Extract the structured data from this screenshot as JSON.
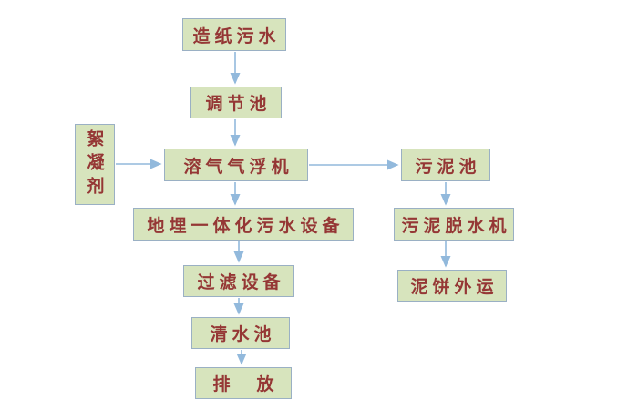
{
  "diagram": {
    "type": "flowchart",
    "subject": "paper-making wastewater treatment process",
    "colors": {
      "box_fill": "#d7e4bd",
      "box_border": "#9ab0c4",
      "text": "#953735",
      "arrow": "#92b9dc",
      "background": "#ffffff"
    },
    "nodes": {
      "paper_wastewater": {
        "label": "造纸污水"
      },
      "regulating_tank": {
        "label": "调节池"
      },
      "flocculant": {
        "label": "絮凝剂"
      },
      "daf_machine": {
        "label": "溶气气浮机"
      },
      "sludge_tank": {
        "label": "污泥池"
      },
      "buried_integrated_equipment": {
        "label": "地埋一体化污水设备"
      },
      "sludge_dewatering_machine": {
        "label": "污泥脱水机"
      },
      "filter_equipment": {
        "label": "过滤设备"
      },
      "mud_cake_transport": {
        "label": "泥饼外运"
      },
      "clear_water_tank": {
        "label": "清水池"
      },
      "discharge": {
        "label": "排　放"
      }
    },
    "edges": [
      {
        "from": "paper_wastewater",
        "to": "regulating_tank",
        "direction": "down"
      },
      {
        "from": "regulating_tank",
        "to": "daf_machine",
        "direction": "down"
      },
      {
        "from": "flocculant",
        "to": "daf_machine",
        "direction": "right"
      },
      {
        "from": "daf_machine",
        "to": "buried_integrated_equipment",
        "direction": "down"
      },
      {
        "from": "daf_machine",
        "to": "sludge_tank",
        "direction": "right"
      },
      {
        "from": "buried_integrated_equipment",
        "to": "filter_equipment",
        "direction": "down"
      },
      {
        "from": "filter_equipment",
        "to": "clear_water_tank",
        "direction": "down"
      },
      {
        "from": "clear_water_tank",
        "to": "discharge",
        "direction": "down"
      },
      {
        "from": "sludge_tank",
        "to": "sludge_dewatering_machine",
        "direction": "down"
      },
      {
        "from": "sludge_dewatering_machine",
        "to": "mud_cake_transport",
        "direction": "down"
      }
    ]
  }
}
